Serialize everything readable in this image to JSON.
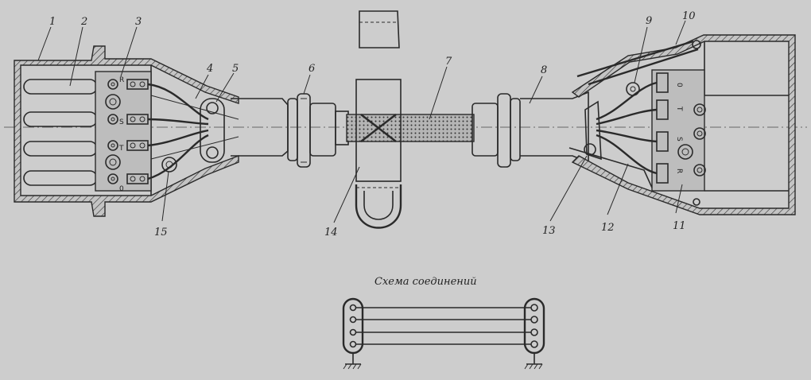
{
  "caption": "Схема соединений",
  "callouts": [
    "1",
    "2",
    "3",
    "4",
    "5",
    "6",
    "7",
    "8",
    "9",
    "10",
    "11",
    "12",
    "13",
    "14",
    "15"
  ],
  "left_pins": [
    "R",
    "S",
    "T",
    "0"
  ],
  "right_pins": [
    "0",
    "T",
    "S",
    "R"
  ]
}
